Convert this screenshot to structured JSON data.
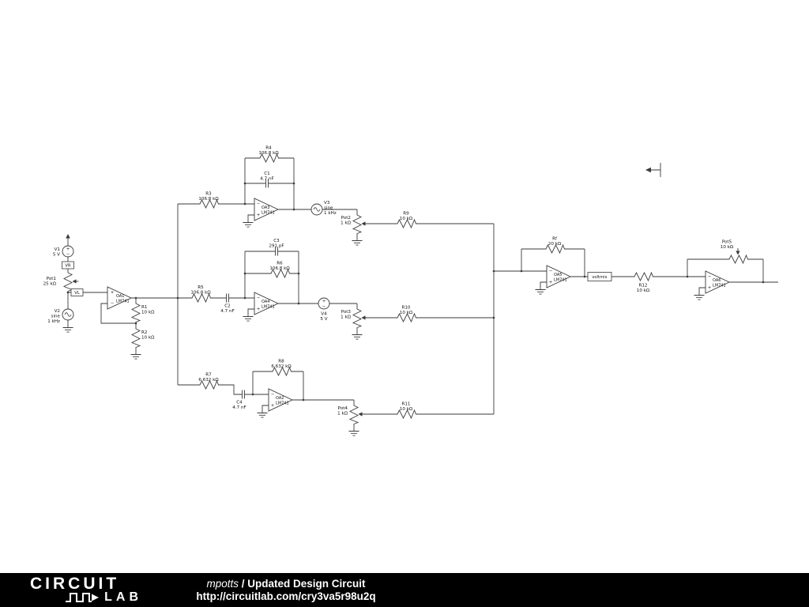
{
  "footer": {
    "brand_line1": "CIRCUIT",
    "brand_line2": "LAB",
    "author": "mpotts",
    "separator": "/",
    "title": "Updated Design Circuit",
    "url": "http://circuitlab.com/cry3va5r98u2q"
  },
  "flags": {
    "vr": "VR",
    "vl": "VL",
    "voltmix": "voltmix"
  },
  "sym": {
    "plus": "+",
    "minus": "−"
  },
  "parts": {
    "v1": {
      "name": "V1",
      "value": "5 V"
    },
    "v2": {
      "name": "V2",
      "value": "sine",
      "freq": "1 kHz"
    },
    "v3": {
      "name": "V3",
      "value": "sine",
      "freq": "1 kHz"
    },
    "v4": {
      "name": "V4",
      "value": "5 V"
    },
    "pot1": {
      "name": "Pot1",
      "value": "25 kΩ"
    },
    "pot2": {
      "name": "Pot2",
      "value": "1 kΩ"
    },
    "pot3": {
      "name": "Pot3",
      "value": "1 kΩ"
    },
    "pot4": {
      "name": "Pot4",
      "value": "1 kΩ"
    },
    "pot5": {
      "name": "Pot5",
      "value": "10 kΩ"
    },
    "oa1": {
      "name": "OA1",
      "value": "LM741"
    },
    "oa2": {
      "name": "OA2",
      "value": "LM741"
    },
    "oa3": {
      "name": "OA3",
      "value": "LM741"
    },
    "oa4": {
      "name": "OA4",
      "value": "LM741"
    },
    "oa5": {
      "name": "OA5",
      "value": "LM741"
    },
    "oa6": {
      "name": "OA6",
      "value": "LM741"
    },
    "r1": {
      "name": "R1",
      "value": "10 kΩ"
    },
    "r2": {
      "name": "R2",
      "value": "10 kΩ"
    },
    "r3": {
      "name": "R3",
      "value": "106.8 kΩ"
    },
    "r4": {
      "name": "R4",
      "value": "106.8 kΩ"
    },
    "r5": {
      "name": "R5",
      "value": "106.8 kΩ"
    },
    "r6": {
      "name": "R6",
      "value": "106.8 kΩ"
    },
    "r7": {
      "name": "R7",
      "value": "6.632 kΩ"
    },
    "r8": {
      "name": "R8",
      "value": "6.632 kΩ"
    },
    "r9": {
      "name": "R9",
      "value": "10 kΩ"
    },
    "r10": {
      "name": "R10",
      "value": "10 kΩ"
    },
    "r11": {
      "name": "R11",
      "value": "10 kΩ"
    },
    "r12": {
      "name": "R12",
      "value": "10 kΩ"
    },
    "rf": {
      "name": "Rf",
      "value": "20 kΩ"
    },
    "c1": {
      "name": "C1",
      "value": "4.7 nF"
    },
    "c2": {
      "name": "C2",
      "value": "4.7 nF"
    },
    "c3": {
      "name": "C3",
      "value": "291 pF"
    },
    "c4": {
      "name": "C4",
      "value": "4.7 nF"
    }
  }
}
